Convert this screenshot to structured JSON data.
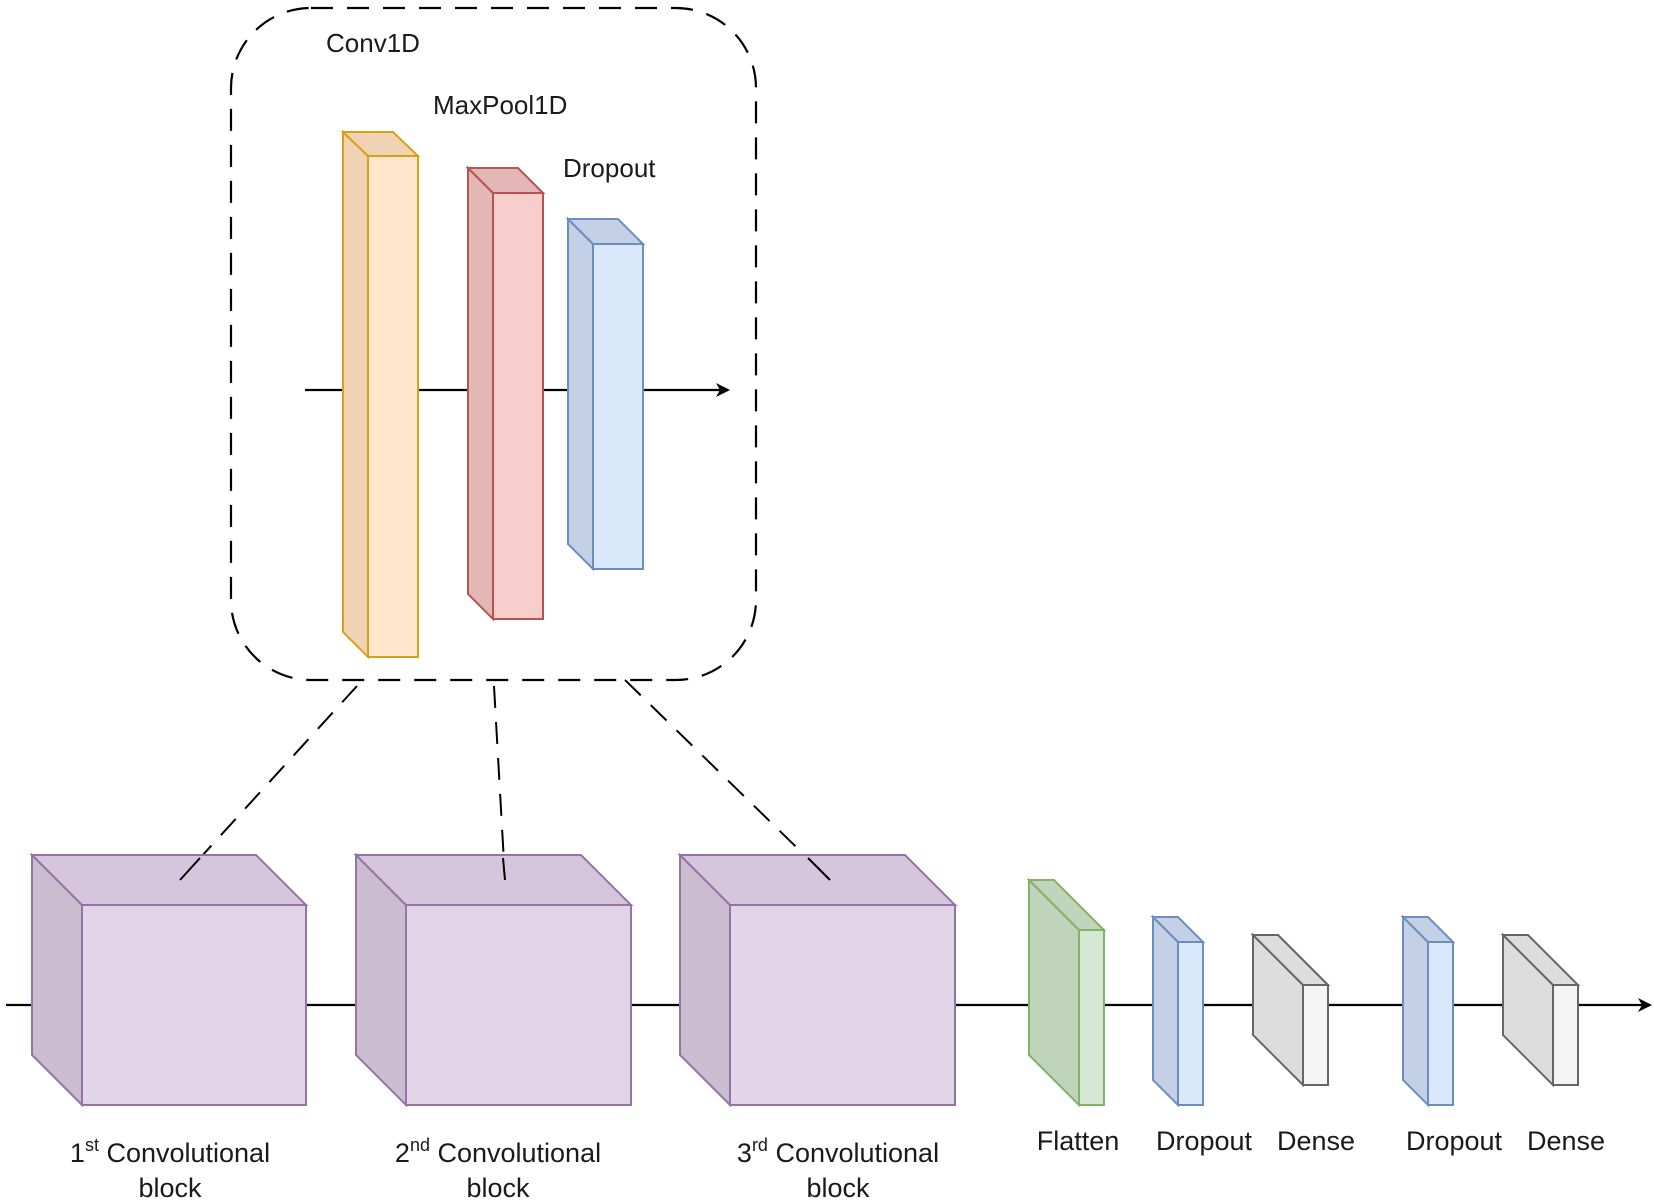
{
  "zoom_labels": {
    "conv": "Conv1D",
    "pool": "MaxPool1D",
    "dropout": "Dropout"
  },
  "blocks": [
    {
      "ordinal": "1",
      "suffix": "st",
      "line1": " Convolutional",
      "line2": "block"
    },
    {
      "ordinal": "2",
      "suffix": "nd",
      "line1": " Convolutional",
      "line2": "block"
    },
    {
      "ordinal": "3",
      "suffix": "rd",
      "line1": " Convolutional",
      "line2": "block"
    }
  ],
  "head_layers": {
    "flatten": "Flatten",
    "dropout1": "Dropout",
    "dense1": "Dense",
    "dropout2": "Dropout",
    "dense2": "Dense"
  },
  "colors": {
    "conv_front": "#ffe6cc",
    "conv_side": "#f0d2b4",
    "conv_stroke": "#d6a21a",
    "pool_front": "#f8cecc",
    "pool_side": "#e3b7b6",
    "pool_stroke": "#b85450",
    "drop_front": "#dae8fc",
    "drop_side": "#c3d0e5",
    "drop_stroke": "#6c8ebf",
    "block_front": "#e1d5e7",
    "block_side": "#cbbdd0",
    "block_top": "#d6c6dd",
    "block_stroke": "#9673a6",
    "flat_front": "#d5e8d4",
    "flat_side": "#c0d4bc",
    "flat_stroke": "#82b366",
    "dense_front": "#f5f5f5",
    "dense_side": "#dddddd",
    "dense_stroke": "#666666"
  }
}
